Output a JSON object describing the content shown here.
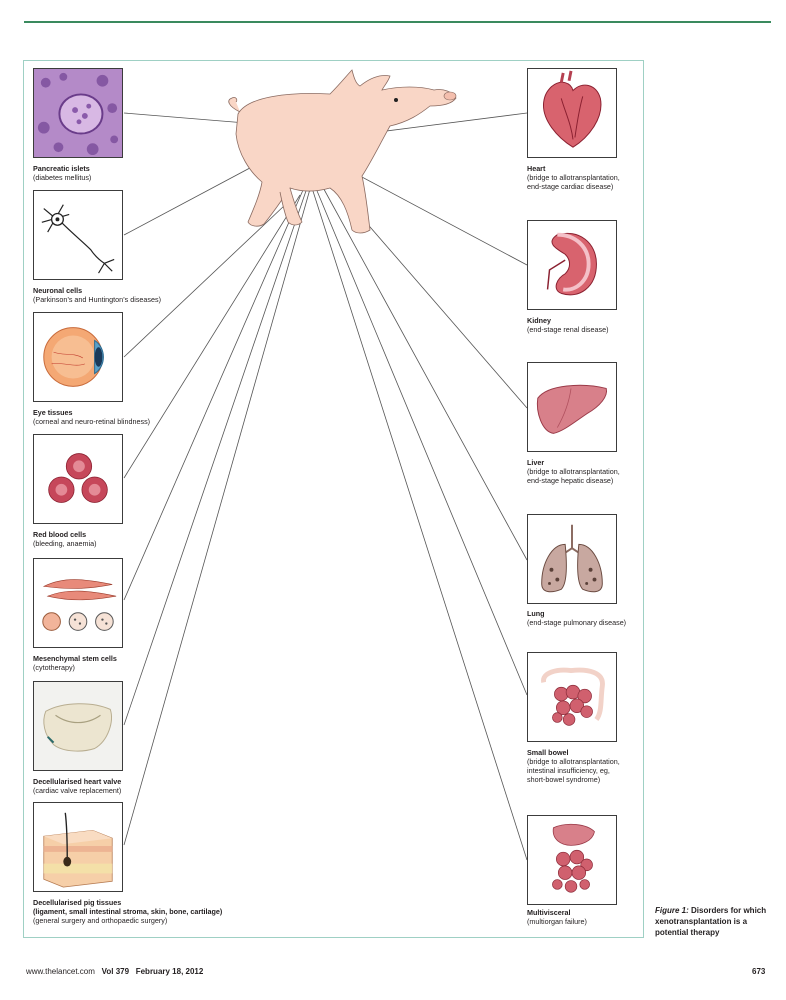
{
  "left_items": [
    {
      "title": "Pancreatic islets",
      "subtitle": "(diabetes mellitus)",
      "icon": "pancreatic-islets-icon"
    },
    {
      "title": "Neuronal cells",
      "subtitle": "(Parkinson’s and Huntington’s diseases)",
      "icon": "neuron-icon"
    },
    {
      "title": "Eye tissues",
      "subtitle": "(corneal and neuro-retinal blindness)",
      "icon": "eye-icon"
    },
    {
      "title": "Red blood cells",
      "subtitle": "(bleeding, anaemia)",
      "icon": "red-blood-cells-icon"
    },
    {
      "title": "Mesenchymal stem cells",
      "subtitle": "(cytotherapy)",
      "icon": "stem-cells-icon"
    },
    {
      "title": "Decellularised heart valve",
      "subtitle": "(cardiac valve replacement)",
      "icon": "heart-valve-icon"
    },
    {
      "title": "Decellularised pig tissues",
      "subtitle": "(ligament, small intestinal stroma, skin, bone, cartilage)",
      "subtitle2": "(general surgery and orthopaedic surgery)",
      "icon": "skin-tissue-icon"
    }
  ],
  "right_items": [
    {
      "title": "Heart",
      "subtitle": "(bridge to allotransplantation,",
      "subtitle2": "end-stage cardiac disease)",
      "icon": "heart-icon"
    },
    {
      "title": "Kidney",
      "subtitle": "(end-stage renal disease)",
      "icon": "kidney-icon"
    },
    {
      "title": "Liver",
      "subtitle": "(bridge to allotransplantation,",
      "subtitle2": "end-stage hepatic disease)",
      "icon": "liver-icon"
    },
    {
      "title": "Lung",
      "subtitle": "(end-stage pulmonary disease)",
      "icon": "lung-icon"
    },
    {
      "title": "Small bowel",
      "subtitle": "(bridge to allotransplantation,",
      "subtitle2": "intestinal insufficiency, eg,",
      "subtitle3": "short-bowel syndrome)",
      "icon": "bowel-icon"
    },
    {
      "title": "Multivisceral",
      "subtitle": "(multiorgan failure)",
      "icon": "multivisceral-icon"
    }
  ],
  "figure_caption": {
    "label": "Figure 1:",
    "text": " Disorders for which xenotransplantation is a potential therapy"
  },
  "footer": {
    "website": "www.thelancet.com",
    "vol_label": "Vol",
    "vol": "379",
    "date": "February 18, 2012",
    "page": "673"
  },
  "colors": {
    "rule": "#3a8a5e",
    "frame": "#9fd0c4",
    "pig": "#f9d6c6",
    "organ": "#c6475a"
  }
}
